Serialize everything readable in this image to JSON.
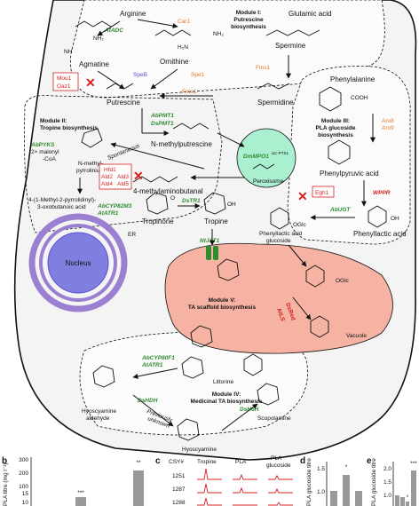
{
  "colors": {
    "green": "#2e8b2e",
    "orange": "#e8782a",
    "red": "#d42020",
    "purple": "#9b7fd1",
    "peroxisome": "#aaf0d0",
    "vacuole": "#f6b2a2",
    "nucleus": "#7f7fe0"
  },
  "top": {
    "arginine": "Arginine",
    "glutamic_acid": "Glutamic acid",
    "ornithine": "Ornithine",
    "agmatine": "Agmatine",
    "putrescine": "Putrescine",
    "spermine": "Spermine",
    "spermidine": "Spermidine"
  },
  "enzymes": {
    "car1": "Car1",
    "atadc": "AtADC",
    "speb": "SpeB",
    "spe1": "Spe1",
    "fms1a": "Fms1",
    "fms1b": "Fms1",
    "mou1": "Mou1",
    "oaz1": "Oaz1",
    "abpmt1": "AbPMT1",
    "dspmt1": "DsPMT1",
    "abpyks": "AbPYKS",
    "dmmpo1": "DmMPO1",
    "dmmpo1_sup": "ΔC-PTS1",
    "hfd1": "Hfd1",
    "ald2": "Ald2",
    "ald3": "Ald3",
    "ald4": "Ald4",
    "ald5": "Ald5",
    "abcyp82m3": "AbCYP82M3",
    "atatr1a": "AtATR1",
    "dstr1": "DsTR1",
    "aro8": "Aro8",
    "aro9": "Aro9",
    "egh1": "Egh1",
    "wppr": "WPPR",
    "abugt": "AbUGT",
    "nijat1": "NtJAT1",
    "dsrad": "DsRed",
    "atls": "AtLS",
    "abcyp80f1": "AbCYP80F1",
    "atatr1b": "AtATR1",
    "dsh6h": "DsH6H",
    "dshdh": "DsHDH"
  },
  "modules": {
    "m1_title": "Module I:",
    "m1_sub1": "Putrescine",
    "m1_sub2": "biosynthesis",
    "m2_title": "Module II:",
    "m2_sub": "Tropine biosynthesis",
    "m3_title": "Module III:",
    "m3_sub1": "PLA glucoside",
    "m3_sub2": "biosynthesis",
    "m4_title": "Module IV:",
    "m4_sub": "Medicinal TA biosynthesis",
    "m5_title": "Module V:",
    "m5_sub": "TA scaffold biosynthesis"
  },
  "labels": {
    "n_methylputrescine": "N-methylputrescine",
    "peroxisome": "Peroxisome",
    "spontaneous": "Spontaneous",
    "n_methylpyrrolinium_1": "N-methyl-",
    "n_methylpyrrolinium_2": "pyrrolinium",
    "malonyl_1": "2× malonyl",
    "malonyl_2": "-CoA",
    "methylaminobutanal": "4-methylaminobutanal",
    "oxobutanoic_1": "4-(1-Methyl-2-pyrrolidinyl)-",
    "oxobutanoic_2": "3-oxobutanoic acid",
    "tropinone": "Tropinone",
    "tropine": "Tropine",
    "phenylalanine": "Phenylalanine",
    "phenylpyruvic": "Phenylpyruvic acid",
    "phenyllactic": "Phenyllactic acid",
    "pla_glucoside_1": "Phenyllactic acid",
    "pla_glucoside_2": "glucoside",
    "nucleus": "Nucleus",
    "er": "ER",
    "vacuole": "Vacuole",
    "littorine": "Littorine",
    "hyoscyamine_ald_1": "Hyoscyamine",
    "hyoscyamine_ald_2": "aldehyde",
    "scopolamine": "Scopolamine",
    "hyoscyamine": "Hyoscyamine",
    "previously_1": "Previously",
    "previously_2": "unknown",
    "oglc": "OGlc",
    "oglc2": "OGlc",
    "oh": "OH",
    "nh2": "NH₂",
    "h2n": "H₂N",
    "nh": "NH",
    "cooh": "COOH",
    "o": "O"
  },
  "panels": {
    "b": {
      "letter": "b",
      "ylabel": "PLA titre (mg l⁻¹)",
      "ticks": [
        "300",
        "200",
        "100",
        "15",
        "10"
      ],
      "sig1": "***",
      "sig2": "**"
    },
    "c": {
      "letter": "c",
      "csy": "CSY#",
      "tropine": "Tropine",
      "pla": "PLA",
      "pla_glucoside_1": "PLA",
      "pla_glucoside_2": "glucoside",
      "rows": [
        "1251",
        "1287",
        "1288"
      ]
    },
    "d": {
      "letter": "d",
      "ylabel": "PLA glucoside titre",
      "ticks": [
        "1.5",
        "1.0"
      ],
      "sig": "*"
    },
    "e": {
      "letter": "e",
      "ylabel": "PLA glucoside titre",
      "ticks": [
        "2.0",
        "1.5",
        "1.0"
      ],
      "sig1": "*",
      "sig2": "***"
    }
  }
}
